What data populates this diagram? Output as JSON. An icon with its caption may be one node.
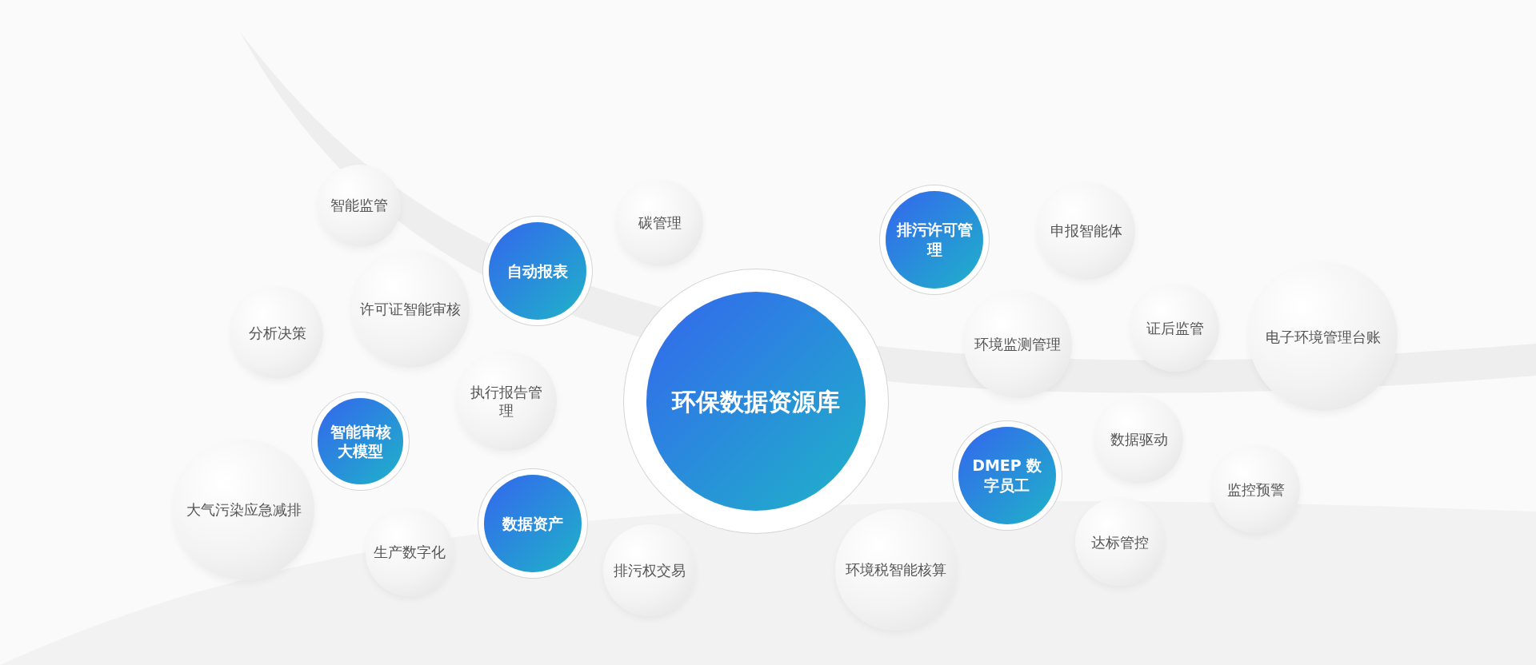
{
  "diagram": {
    "nodes": [
      {
        "text": [
          "智能监管"
        ]
      },
      {
        "text": [
          "碳管理"
        ]
      },
      {
        "text": [
          "自动报表"
        ]
      },
      {
        "text": [
          "排污许可管理"
        ]
      },
      {
        "text": [
          "申报智能体"
        ]
      },
      {
        "text": [
          "分析决策"
        ]
      },
      {
        "text": [
          "许可证智能审核"
        ]
      },
      {
        "text": [
          "证后监管"
        ]
      },
      {
        "text": [
          "电子环境管理台账"
        ]
      },
      {
        "text": [
          "环境监测管理"
        ]
      },
      {
        "text": [
          "环保数据资源库"
        ]
      },
      {
        "text": [
          "执行报告管理"
        ]
      },
      {
        "text": [
          "数据驱动"
        ]
      },
      {
        "text": [
          "智能审核大模型"
        ]
      },
      {
        "text": [
          "DMEP 数字员工"
        ]
      },
      {
        "text": [
          "监控预警"
        ]
      },
      {
        "text": [
          "大气污染应急减排"
        ]
      },
      {
        "text": [
          "数据资产"
        ]
      },
      {
        "text": [
          "达标管控"
        ]
      },
      {
        "text": [
          "生产数字化"
        ]
      },
      {
        "text": [
          "排污权交易"
        ]
      },
      {
        "text": [
          "环境税智能核算"
        ]
      }
    ],
    "edges": []
  }
}
